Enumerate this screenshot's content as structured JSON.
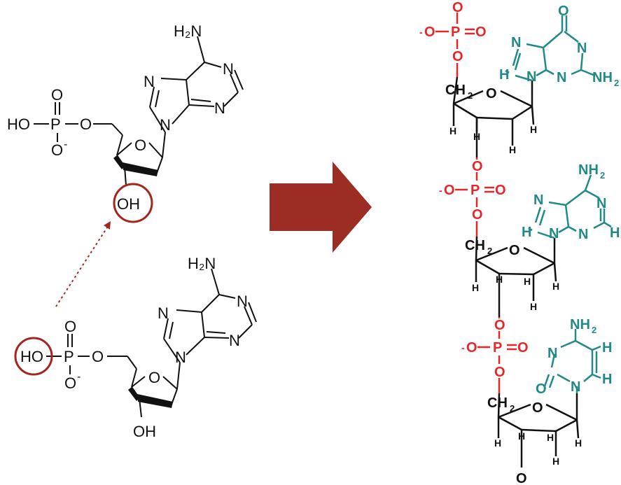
{
  "colors": {
    "bond": "#111111",
    "phosphate": "#e8262a",
    "base": "#1f8a87",
    "highlight": "#a3261f",
    "arrow": "#9c2c24"
  },
  "left": {
    "top_nucleotide": {
      "amine": "H₂N",
      "n": "N",
      "phosphate_o": "O",
      "phosphate_ho": "HO",
      "phosphate_p": "P",
      "phosphate_o_bridge": "O",
      "phosphate_o_minus": "O",
      "minus": "-",
      "ring_o": "O",
      "hydroxyl": "OH"
    },
    "bottom_nucleotide": {
      "amine": "H₂N",
      "n": "N",
      "phosphate_o": "O",
      "phosphate_ho": "HO",
      "phosphate_p": "P",
      "phosphate_o_bridge": "O",
      "phosphate_o_minus": "O",
      "minus": "-",
      "ring_o": "O",
      "hydroxyl": "OH"
    }
  },
  "right": {
    "o": "O",
    "p": "P",
    "minus": "-",
    "n": "N",
    "h": "H",
    "ch2": "CH",
    "ch2_sub": "2",
    "nh2": "NH",
    "nh2_sub": "2"
  }
}
